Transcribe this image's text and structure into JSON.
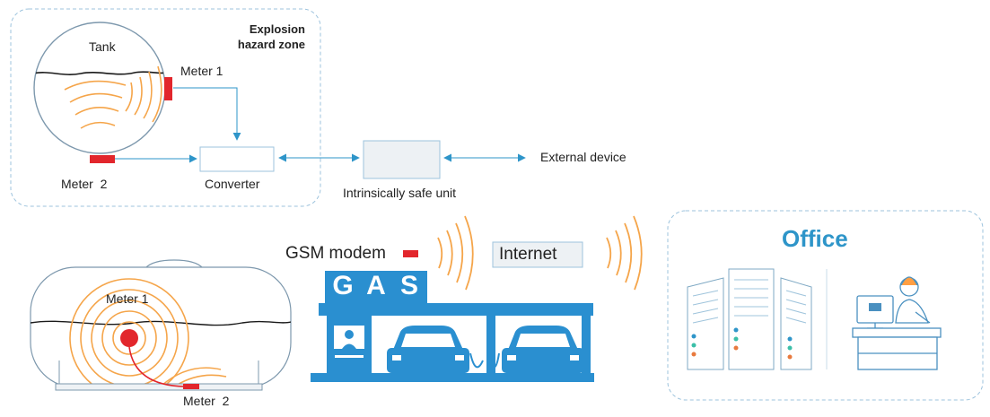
{
  "hazard_zone": {
    "title_line1": "Explosion",
    "title_line2": "hazard zone",
    "tank_label": "Tank",
    "meter1_label": "Meter 1",
    "meter2_label": "Meter  2",
    "converter_label": "Converter"
  },
  "chain": {
    "safe_unit_label": "Intrinsically safe unit",
    "external_label": "External device"
  },
  "field": {
    "meter1_label": "Meter 1",
    "meter2_label": "Meter  2",
    "modem_label": "GSM modem",
    "internet_label": "Internet",
    "gas_letters": [
      "G",
      "A",
      "S"
    ]
  },
  "office": {
    "title": "Office"
  },
  "colors": {
    "accent_blue": "#2e95c9",
    "station_blue": "#2a8fd0",
    "meter_red": "#e2262c",
    "signal_orange": "#f5a54a",
    "box_border": "#9dc3dd"
  }
}
